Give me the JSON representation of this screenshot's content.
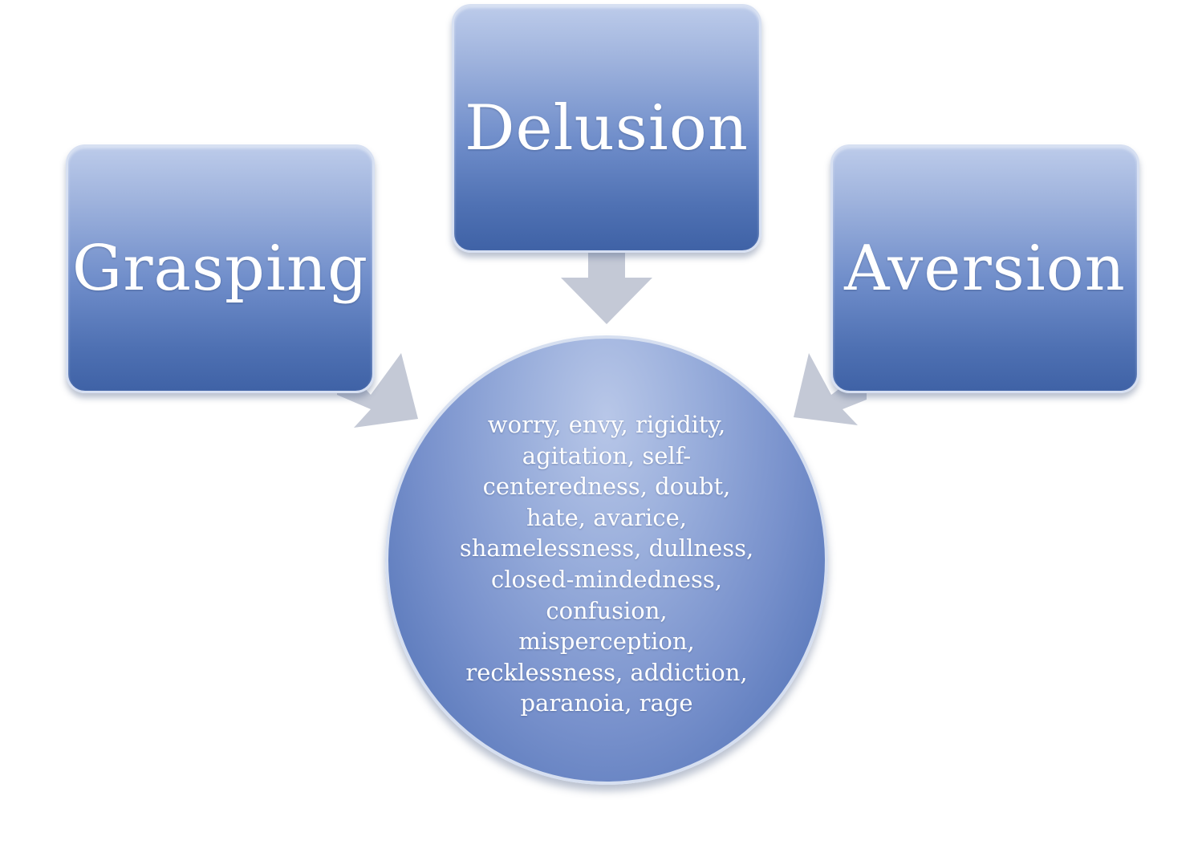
{
  "diagram": {
    "boxes": {
      "grasping": "Grasping",
      "delusion": "Delusion",
      "aversion": "Aversion"
    },
    "center_lines": [
      "worry, envy, rigidity,",
      "agitation, self-",
      "centeredness, doubt,",
      "hate, avarice,",
      "shamelessness, dullness,",
      "closed-mindedness,",
      "confusion,",
      "misperception,",
      "recklessness, addiction,",
      "paranoia, rage"
    ],
    "colors": {
      "box_top": "#bccbea",
      "box_bottom": "#3f62a6",
      "arrow": "#c4c9d6",
      "text": "#ffffff"
    }
  }
}
